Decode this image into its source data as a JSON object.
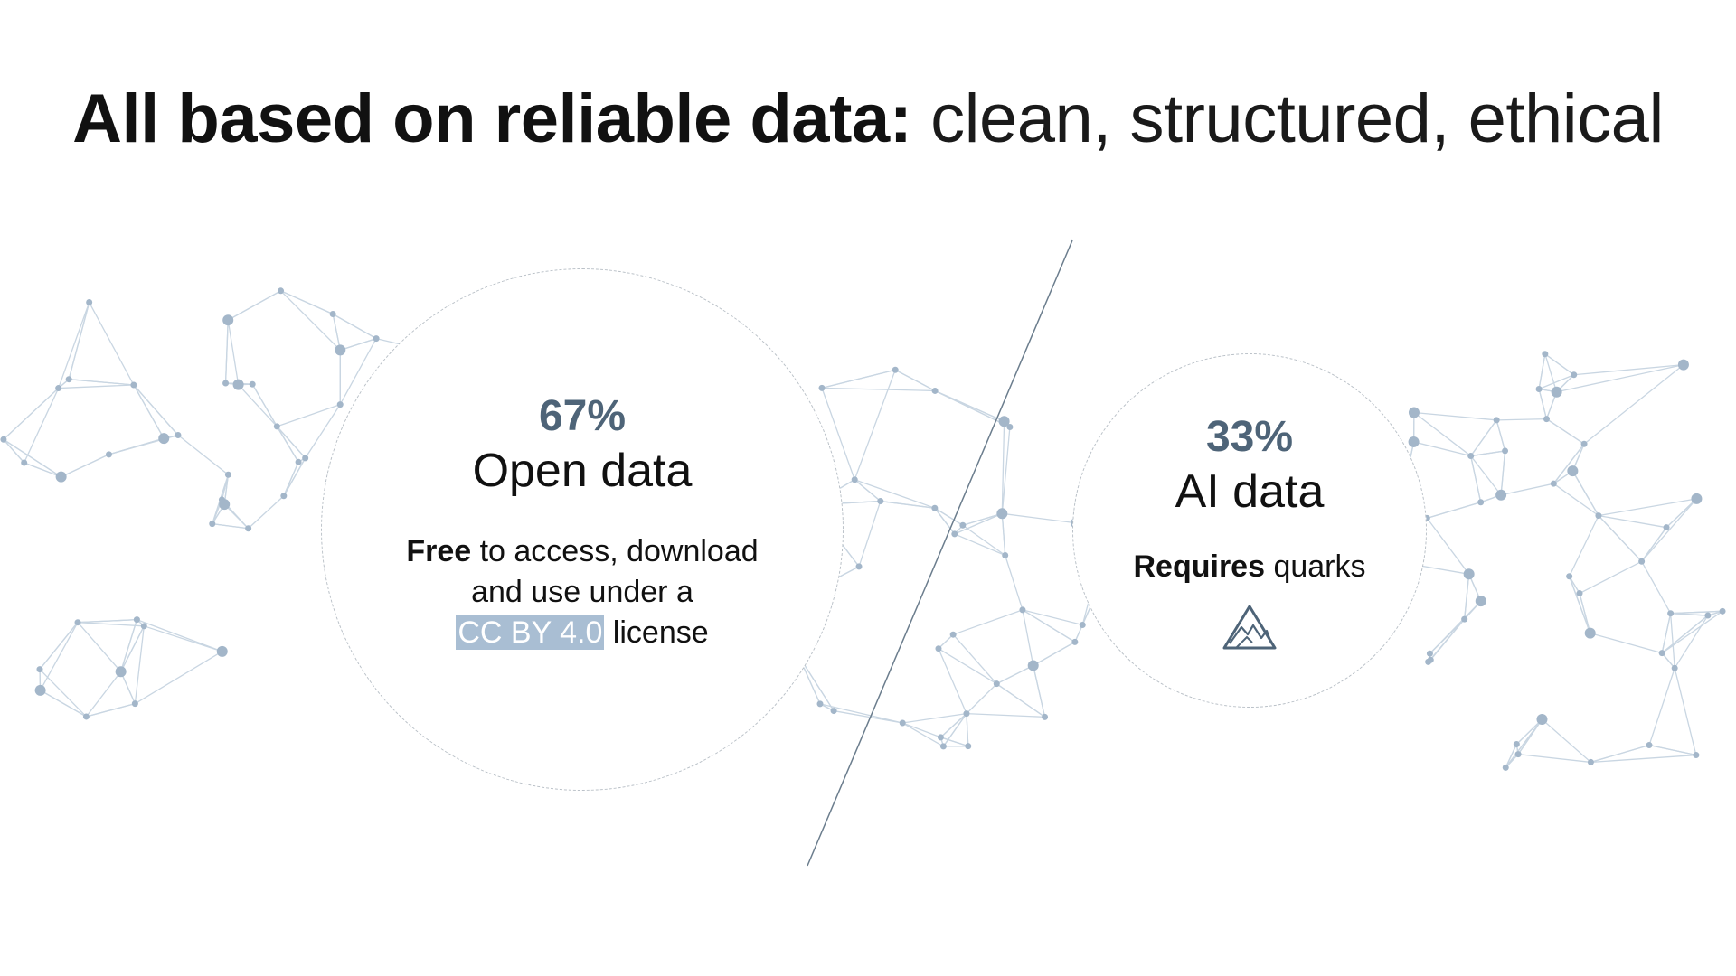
{
  "slide": {
    "title_bold": "All based on reliable data:",
    "title_light": " clean, structured, ethical"
  },
  "open_data": {
    "percent": "67%",
    "label": "Open data",
    "desc_bold": "Free",
    "desc_line1_rest": " to access, download",
    "desc_line2": "and use under a",
    "license_highlight": "CC BY 4.0",
    "desc_line3_rest": " license"
  },
  "ai_data": {
    "percent": "33%",
    "label": "AI data",
    "desc_bold": "Requires",
    "desc_rest": " quarks",
    "icon": "mountain-icon"
  },
  "colors": {
    "accent": "#4e6478",
    "highlight": "#a9bed3",
    "network": "#c9d6e2",
    "node": "#a3b6c9",
    "divider": "#6b7d8d"
  }
}
